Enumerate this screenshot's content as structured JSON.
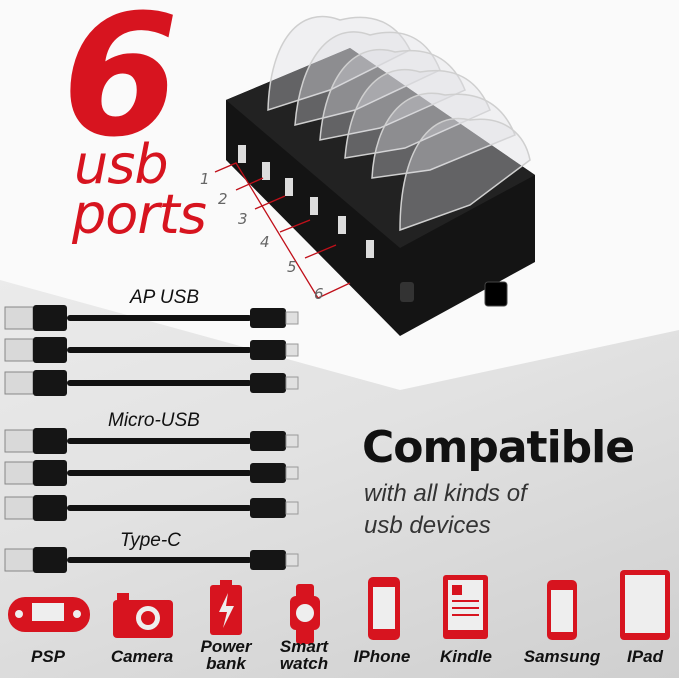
{
  "headline": {
    "number": "6",
    "line1": "usb",
    "line2": "ports"
  },
  "port_numbers": [
    "1",
    "2",
    "3",
    "4",
    "5",
    "6"
  ],
  "cable_groups": [
    {
      "label": "AP USB",
      "count": 3,
      "connector": "lightning"
    },
    {
      "label": "Micro-USB",
      "count": 3,
      "connector": "micro-usb"
    },
    {
      "label": "Type-C",
      "count": 1,
      "connector": "usb-c"
    }
  ],
  "compatible": {
    "title": "Compatible",
    "line1": "with all kinds of",
    "line2": "usb devices"
  },
  "devices": [
    {
      "icon": "gamepad-icon",
      "label": "PSP"
    },
    {
      "icon": "camera-icon",
      "label": "Camera"
    },
    {
      "icon": "battery-icon",
      "label": "Power bank"
    },
    {
      "icon": "smartwatch-icon",
      "label": "Smart watch"
    },
    {
      "icon": "phone-icon",
      "label": "IPhone"
    },
    {
      "icon": "ereader-icon",
      "label": "Kindle"
    },
    {
      "icon": "phone-icon",
      "label": "Samsung"
    },
    {
      "icon": "tablet-icon",
      "label": "IPad"
    }
  ],
  "colors": {
    "accent": "#d7141f",
    "body": "#111111",
    "background": "#e4e4e4"
  }
}
